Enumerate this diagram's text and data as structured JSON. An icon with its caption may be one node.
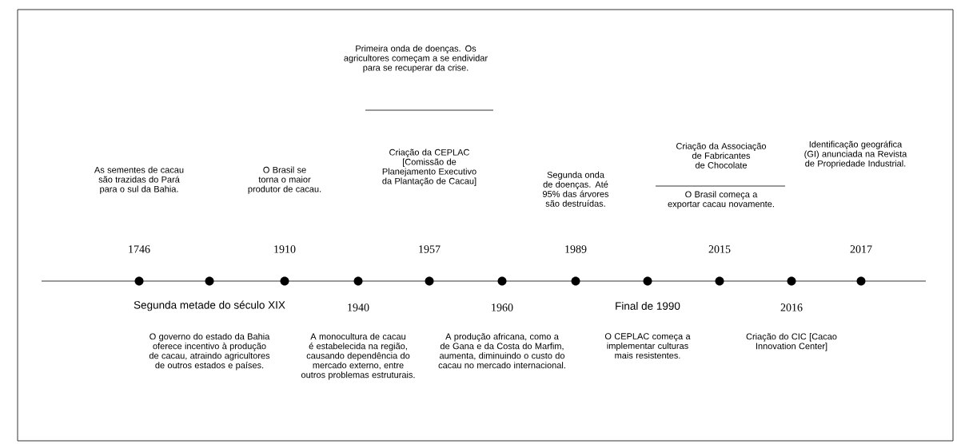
{
  "diagram": {
    "labels": [
      "Primeira onda de doenças. Os agricultores começam a se endividar para se recuperar da crise.",
      "Criação da CEPLAC [Comissão de Planejamento Executivo da Plantação de Cacau]",
      "Criação da Associação de Fabricantes de Chocolate",
      "Identificação geográfica (GI) anunciada na Revista de Propriedade Industrial.",
      "As sementes de cacau são trazidas do Pará para o sul da Bahia.",
      "O Brasil se torna o maior produtor de cacau.",
      "Segunda onda de doenças. Até 95% das árvores são destruídas.",
      "O Brasil começa a exportar cacau novamente.",
      "1746",
      "1910",
      "1957",
      "1989",
      "2015",
      "2017",
      "Segunda metade do século XIX",
      "1940",
      "1960",
      "Final de 1990",
      "2016",
      "O governo do estado da Bahia oferece incentivo à produção de cacau, atraindo agricultores de outros estados e países.",
      "A monocultura de cacau é estabelecida na região, causando dependência do mercado externo, entre outros problemas estruturais.",
      "A produção africana, como a de Gana e da Costa do Marfim, aumenta, diminuindo o custo do cacau no mercado internacional.",
      "O CEPLAC começa a implementar culturas mais resistentes.",
      "Criação do CIC [Cacao Innovation Center]"
    ]
  }
}
